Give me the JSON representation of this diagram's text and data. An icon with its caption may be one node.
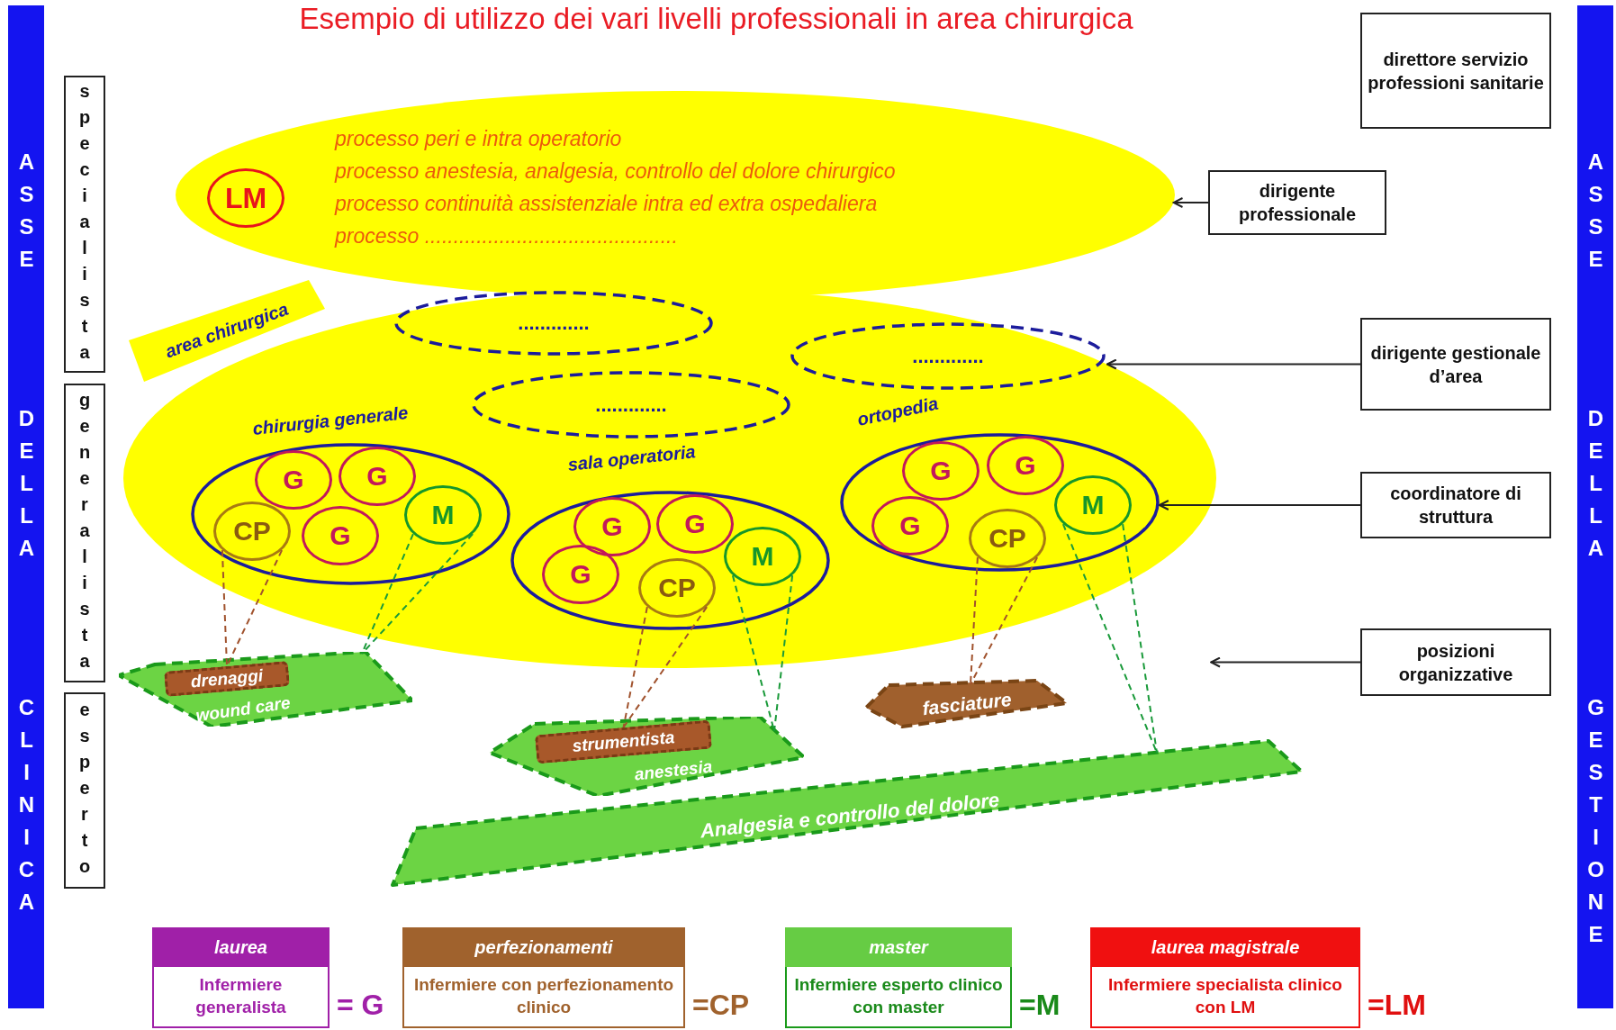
{
  "diagram": {
    "title": "Esempio di utilizzo dei vari livelli professionali in area chirurgica",
    "nodes": [
      {
        "text": [
          "direttore servizio professioni sanitarie"
        ]
      },
      {
        "text": [
          "ASSE DELLA CLINICA"
        ]
      },
      {
        "text": [
          "ASSE DELLA GESTIONE"
        ]
      },
      {
        "text": [
          "specialista"
        ]
      },
      {
        "text": [
          "generalista"
        ]
      },
      {
        "text": [
          "esperto"
        ]
      },
      {
        "text": [
          "processo peri e intra operatorio",
          "processo anestesia, analgesia, controllo del dolore chirurgico",
          "processo continuità assistenziale intra ed extra ospedaliera",
          "processo ............................................"
        ]
      },
      {
        "text": [
          "LM"
        ],
        "in": 6
      },
      {
        "text": [
          "dirigente professionale"
        ]
      },
      {
        "text": [
          "area chirurgica"
        ]
      },
      {
        "text": [
          "............."
        ],
        "in": 9
      },
      {
        "text": [
          "............."
        ],
        "in": 9
      },
      {
        "text": [
          "............."
        ],
        "in": 9
      },
      {
        "text": [
          "dirigente gestionale d’area"
        ]
      },
      {
        "text": [
          "chirurgia generale"
        ],
        "in": 9
      },
      {
        "text": [
          "G"
        ],
        "in": 14
      },
      {
        "text": [
          "G"
        ],
        "in": 14
      },
      {
        "text": [
          "CP"
        ],
        "in": 14
      },
      {
        "text": [
          "G"
        ],
        "in": 14
      },
      {
        "text": [
          "M"
        ],
        "in": 14
      },
      {
        "text": [
          "sala operatoria"
        ],
        "in": 9
      },
      {
        "text": [
          "G"
        ],
        "in": 20
      },
      {
        "text": [
          "G"
        ],
        "in": 20
      },
      {
        "text": [
          "M"
        ],
        "in": 20
      },
      {
        "text": [
          "G"
        ],
        "in": 20
      },
      {
        "text": [
          "CP"
        ],
        "in": 20
      },
      {
        "text": [
          "ortopedia"
        ],
        "in": 9
      },
      {
        "text": [
          "G"
        ],
        "in": 26
      },
      {
        "text": [
          "G"
        ],
        "in": 26
      },
      {
        "text": [
          "M"
        ],
        "in": 26
      },
      {
        "text": [
          "G"
        ],
        "in": 26
      },
      {
        "text": [
          "CP"
        ],
        "in": 26
      },
      {
        "text": [
          "coordinatore di struttura"
        ]
      },
      {
        "text": [
          "posizioni organizzative"
        ]
      },
      {
        "text": [
          "wound care"
        ]
      },
      {
        "text": [
          "drenaggi"
        ],
        "in": 34
      },
      {
        "text": [
          "anestesia"
        ]
      },
      {
        "text": [
          "strumentista"
        ],
        "in": 36
      },
      {
        "text": [
          "fasciature"
        ]
      },
      {
        "text": [
          "Analgesia e controllo del dolore"
        ]
      },
      {
        "text": [
          "laurea",
          "Infermiere generalista"
        ],
        "beside": [
          "= G"
        ]
      },
      {
        "text": [
          "perfezionamenti",
          "Infermiere con perfezionamento clinico"
        ],
        "beside": [
          "=CP"
        ]
      },
      {
        "text": [
          "master",
          "Infermiere esperto clinico con master"
        ],
        "beside": [
          "=M"
        ]
      },
      {
        "text": [
          "laurea magistrale",
          "Infermiere specialista clinico con LM"
        ],
        "beside": [
          "=LM"
        ]
      }
    ],
    "edges": [
      {
        "from": 8,
        "to": 6,
        "arrow": "to"
      },
      {
        "from": 13,
        "to": 9,
        "arrow": "to"
      },
      {
        "from": 32,
        "to": 26,
        "arrow": "to"
      },
      {
        "from": 33,
        "to": null,
        "arrow": "to"
      },
      {
        "from": 17,
        "to": 35,
        "arrow": "none",
        "style": "dashed",
        "color": "#a0522d"
      },
      {
        "from": 19,
        "to": 34,
        "arrow": "none",
        "style": "dashed",
        "color": "#1a9a3a"
      },
      {
        "from": 25,
        "to": 37,
        "arrow": "none",
        "style": "dashed",
        "color": "#a0522d"
      },
      {
        "from": 23,
        "to": 36,
        "arrow": "none",
        "style": "dashed",
        "color": "#1a9a3a"
      },
      {
        "from": 31,
        "to": 38,
        "arrow": "none",
        "style": "dashed",
        "color": "#a0522d"
      },
      {
        "from": 29,
        "to": 39,
        "arrow": "none",
        "style": "dashed",
        "color": "#1a9a3a"
      }
    ]
  }
}
